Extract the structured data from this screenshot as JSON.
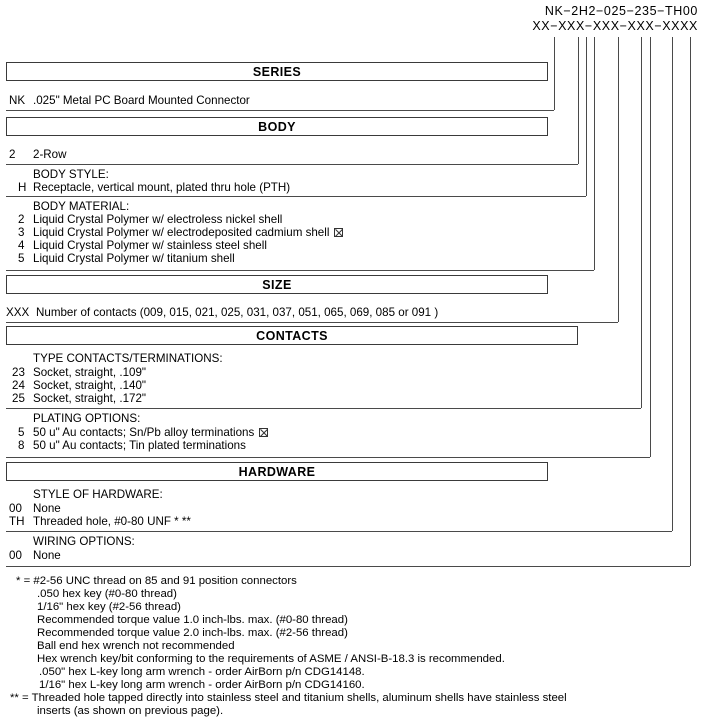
{
  "part_number": {
    "example": "NK−2H2−025−235−TH00",
    "template": "XX−XXX−XXX−XXX−XXXX"
  },
  "sections": [
    {
      "header": "SERIES",
      "groups": [
        {
          "label": null,
          "options": [
            {
              "code": "NK",
              "text": ".025\" Metal PC Board Mounted Connector",
              "checked": false
            }
          ]
        }
      ]
    },
    {
      "header": "BODY",
      "groups": [
        {
          "label": null,
          "options": [
            {
              "code": "2",
              "text": "2-Row",
              "checked": false
            }
          ]
        },
        {
          "label": "BODY STYLE:",
          "options": [
            {
              "code": "H",
              "text": "Receptacle, vertical mount, plated thru hole (PTH)",
              "checked": false
            }
          ]
        },
        {
          "label": "BODY MATERIAL:",
          "options": [
            {
              "code": "2",
              "text": "Liquid Crystal Polymer w/ electroless nickel shell",
              "checked": false
            },
            {
              "code": "3",
              "text": "Liquid Crystal Polymer w/ electrodeposited cadmium shell",
              "checked": true
            },
            {
              "code": "4",
              "text": "Liquid Crystal Polymer w/ stainless steel shell",
              "checked": false
            },
            {
              "code": "5",
              "text": "Liquid Crystal Polymer w/ titanium shell",
              "checked": false
            }
          ]
        }
      ]
    },
    {
      "header": "SIZE",
      "groups": [
        {
          "label": null,
          "options": [
            {
              "code": "XXX",
              "text": "Number of contacts (009, 015, 021, 025, 031, 037, 051, 065, 069, 085 or 091 )",
              "checked": false
            }
          ]
        }
      ]
    },
    {
      "header": "CONTACTS",
      "groups": [
        {
          "label": "TYPE CONTACTS/TERMINATIONS:",
          "options": [
            {
              "code": "23",
              "text": "Socket, straight, .109\"",
              "checked": false
            },
            {
              "code": "24",
              "text": "Socket, straight, .140\"",
              "checked": false
            },
            {
              "code": "25",
              "text": "Socket, straight, .172\"",
              "checked": false
            }
          ]
        },
        {
          "label": "PLATING OPTIONS:",
          "options": [
            {
              "code": "5",
              "text": "50 u\" Au contacts; Sn/Pb alloy terminations",
              "checked": true
            },
            {
              "code": "8",
              "text": "50 u\" Au contacts; Tin plated terminations",
              "checked": false
            }
          ]
        }
      ]
    },
    {
      "header": "HARDWARE",
      "groups": [
        {
          "label": "STYLE OF HARDWARE:",
          "options": [
            {
              "code": "00",
              "text": "None",
              "checked": false
            },
            {
              "code": "TH",
              "text": "Threaded hole, #0-80 UNF * **",
              "checked": false
            }
          ]
        },
        {
          "label": "WIRING OPTIONS:",
          "options": [
            {
              "code": "00",
              "text": "None",
              "checked": false
            }
          ]
        }
      ]
    }
  ],
  "footnotes": [
    "*  = #2-56 UNC thread on 85 and 91 position connectors",
    ".050 hex key (#0-80 thread)",
    "1/16\" hex key (#2-56 thread)",
    "Recommended torque value 1.0 inch-lbs. max. (#0-80 thread)",
    "Recommended torque value 2.0 inch-lbs. max. (#2-56 thread)",
    "Ball end hex wrench not recommended",
    "Hex wrench key/bit conforming to the requirements of ASME / ANSI-B-18.3 is recommended.",
    ".050\" hex L-key long arm wrench - order AirBorn p/n CDG14148.",
    "1/16\" hex L-key long arm wrench - order AirBorn p/n CDG14160.",
    "** = Threaded hole tapped directly into stainless steel and titanium shells, aluminum shells have stainless steel",
    "inserts (as shown on previous page)."
  ]
}
